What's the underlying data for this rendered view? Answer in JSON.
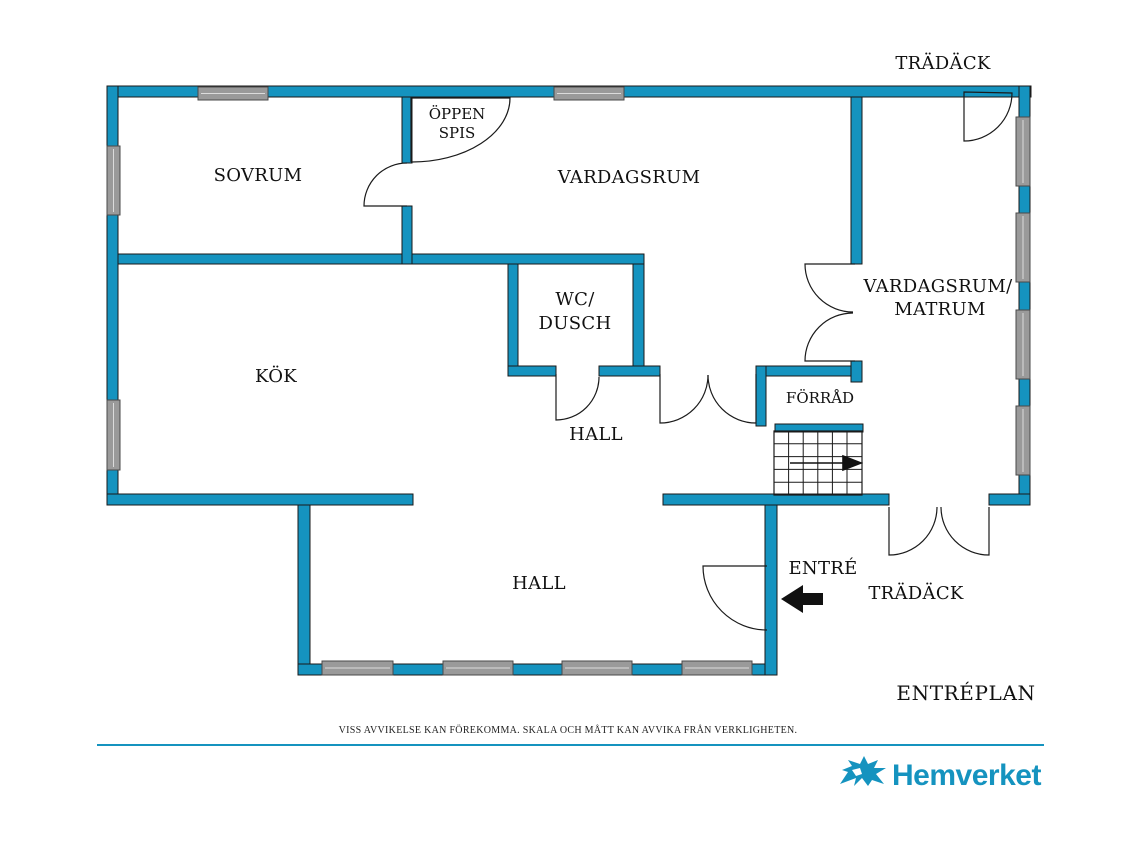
{
  "colors": {
    "wall_fill": "#1593bf",
    "wall_outline": "#1a1a1a",
    "window": "#9a9a9a",
    "brand": "#1593bf",
    "rule": "#1593bf"
  },
  "labels": {
    "tradack_top": "TRÄDÄCK",
    "oppen_spis_1": "ÖPPEN",
    "oppen_spis_2": "SPIS",
    "sovrum": "SOVRUM",
    "vardagsrum": "VARDAGSRUM",
    "vardagsrum_matrum_1": "VARDAGSRUM/",
    "vardagsrum_matrum_2": "MATRUM",
    "wc_1": "WC/",
    "wc_2": "DUSCH",
    "kok": "KÖK",
    "forrad": "FÖRRÅD",
    "hall_small": "HALL",
    "hall_big": "HALL",
    "entre": "ENTRÉ",
    "tradack_bottom": "TRÄDÄCK",
    "entreplan": "ENTRÉPLAN"
  },
  "footer": {
    "disclaimer": "VISS AVVIKELSE KAN FÖREKOMMA. SKALA OCH MÅTT KAN AVVIKA FRÅN VERKLIGHETEN.",
    "brand_name": "Hemverket",
    "logo_icon": "griffin-logo-icon"
  }
}
